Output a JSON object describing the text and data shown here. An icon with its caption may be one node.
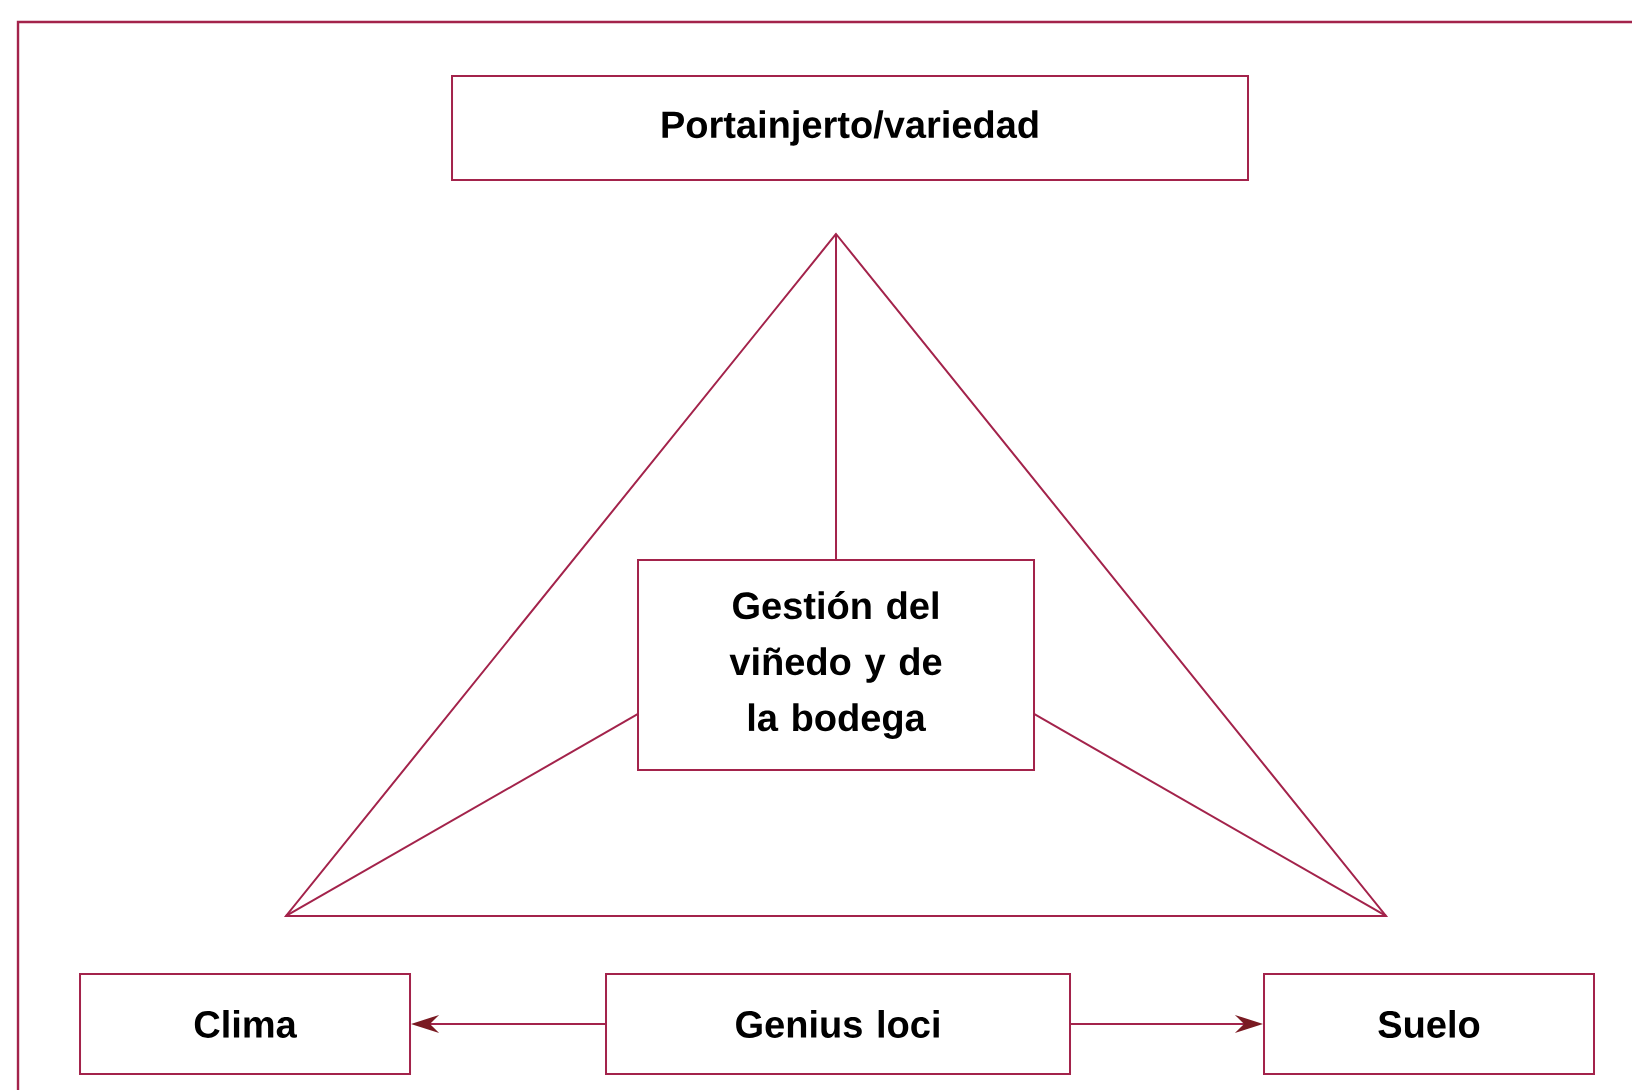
{
  "diagram": {
    "nodes": [
      {
        "text": [
          "Portainjerto/variedad"
        ]
      },
      {
        "text": [],
        "shape": "triangle"
      },
      {
        "text": [
          "Gestión del viñedo y de la bodega"
        ],
        "in": 1
      },
      {
        "text": [
          "Clima"
        ]
      },
      {
        "text": [
          "Genius loci"
        ]
      },
      {
        "text": [
          "Suelo"
        ]
      }
    ],
    "edges": [
      {
        "from": 2,
        "to": 1,
        "arrow": "none"
      },
      {
        "from": 2,
        "to": 1,
        "arrow": "none"
      },
      {
        "from": 2,
        "to": 1,
        "arrow": "none"
      },
      {
        "from": 4,
        "to": 3,
        "arrow": "to"
      },
      {
        "from": 4,
        "to": 5,
        "arrow": "to"
      }
    ]
  }
}
